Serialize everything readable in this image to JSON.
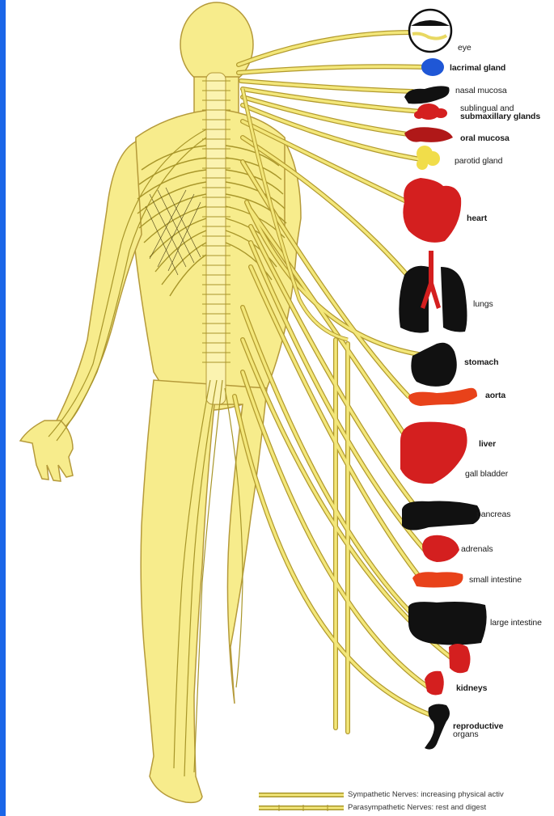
{
  "colors": {
    "nerve": "#f3e77a",
    "nerve_dark": "#a8962a",
    "body_fill": "#f7ec8c",
    "red_organ": "#d41f1f",
    "dark_organ": "#111111",
    "blue_organ": "#1f57d6",
    "frame_edge": "#1a66e8"
  },
  "organs": [
    {
      "id": "eye",
      "label": "eye"
    },
    {
      "id": "lacrimal",
      "label": "lacrimal gland"
    },
    {
      "id": "nasal",
      "label": "nasal mucosa"
    },
    {
      "id": "sublingual",
      "label_line1": "sublingual and",
      "label_line2": "submaxillary glands"
    },
    {
      "id": "oral",
      "label": "oral mucosa"
    },
    {
      "id": "parotid",
      "label": "parotid gland"
    },
    {
      "id": "heart",
      "label": "heart"
    },
    {
      "id": "lungs",
      "label": "lungs"
    },
    {
      "id": "stomach",
      "label": "stomach"
    },
    {
      "id": "aorta",
      "label": "aorta"
    },
    {
      "id": "liver",
      "label": "liver"
    },
    {
      "id": "gall",
      "label": "gall bladder"
    },
    {
      "id": "pancreas",
      "label": "pancreas"
    },
    {
      "id": "adrenals",
      "label": "adrenals"
    },
    {
      "id": "small",
      "label": "small intestine"
    },
    {
      "id": "large",
      "label": "large intestine"
    },
    {
      "id": "kidneys",
      "label": "kidneys"
    },
    {
      "id": "repro",
      "label_line1": "reproductive",
      "label_line2": "organs"
    }
  ],
  "legend": {
    "sympathetic": "Sympathetic Nerves: increasing physical activ",
    "parasympathetic": "Parasympathetic Nerves: rest and digest"
  }
}
